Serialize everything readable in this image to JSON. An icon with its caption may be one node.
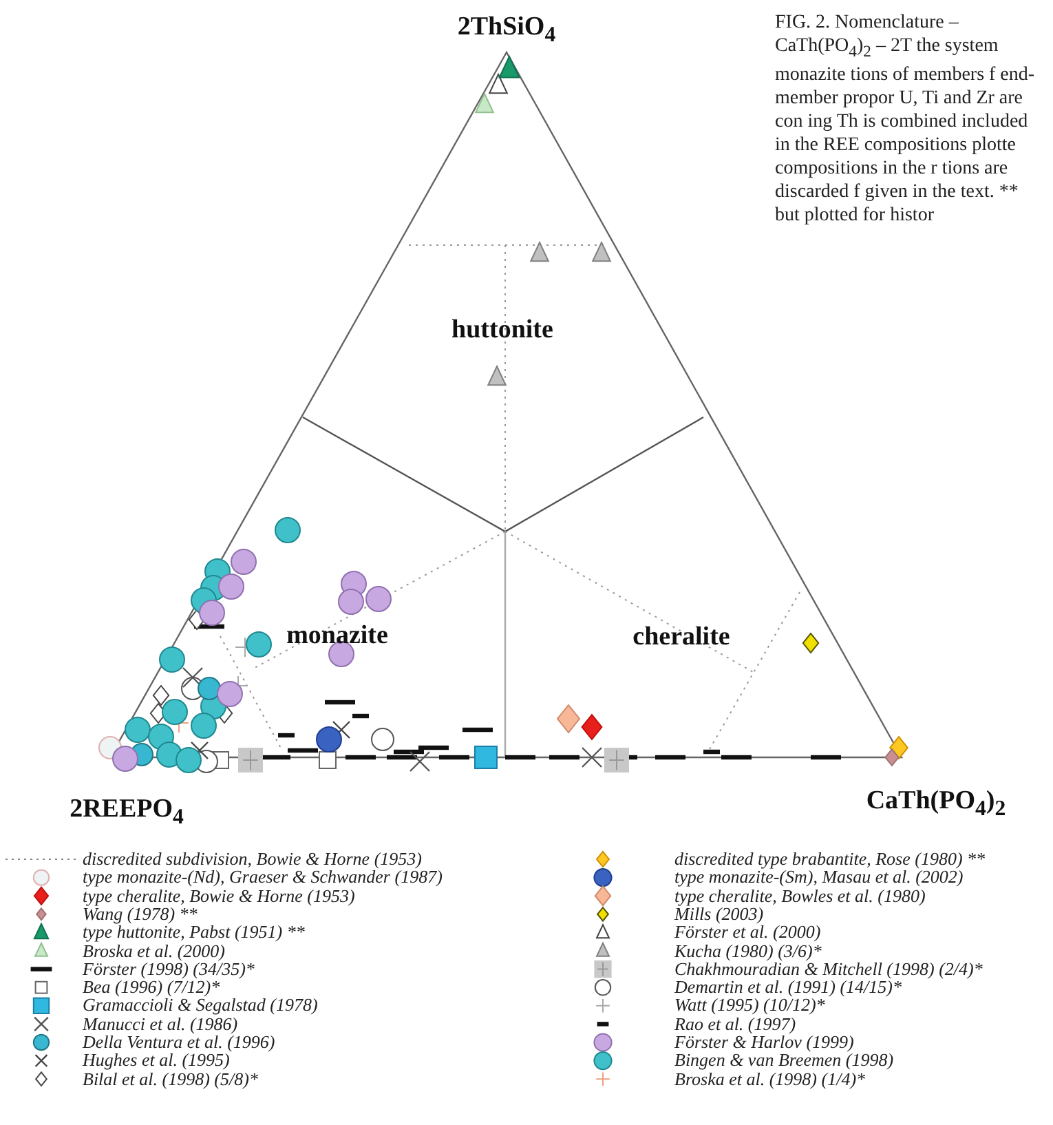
{
  "diagram": {
    "caption": "FIG. 2. Nomenclature – CaTh(PO$_{4}$)$_{2}$ – 2T the system monazite tions of members f end-member propor U, Ti and Zr are con ing Th is combined included in the REE compositions plotte compositions in the r tions are discarded f given in the text. ** but plotted for histor",
    "labels": [
      "2ThSiO$_{4}$",
      "huttonite",
      "monazite",
      "cheralite",
      "2REEPO$_{4}$",
      "CaTh(PO$_{4}$)$_{2}$"
    ],
    "legend": [
      {
        "text": "discredited subdivision, Bowie & Horne (1953)"
      },
      {
        "text": "type monazite-(Nd), Graeser & Schwander (1987)"
      },
      {
        "text": "type cheralite, Bowie & Horne (1953)"
      },
      {
        "text": "Wang (1978) **"
      },
      {
        "text": "type huttonite, Pabst (1951) **"
      },
      {
        "text": "Broska et al. (2000)"
      },
      {
        "text": "Förster (1998) (34/35)*"
      },
      {
        "text": "Bea (1996) (7/12)*"
      },
      {
        "text": "Gramaccioli & Segalstad (1978)"
      },
      {
        "text": "Manucci et al. (1986)"
      },
      {
        "text": "Della Ventura et al. (1996)"
      },
      {
        "text": "Hughes et al. (1995)"
      },
      {
        "text": "Bilal et al. (1998) (5/8)*"
      },
      {
        "text": "discredited type brabantite, Rose (1980) **"
      },
      {
        "text": "type monazite-(Sm), Masau et al. (2002)"
      },
      {
        "text": "type cheralite, Bowles et al. (1980)"
      },
      {
        "text": "Mills (2003)"
      },
      {
        "text": "Förster et al. (2000)"
      },
      {
        "text": "Kucha (1980) (3/6)*"
      },
      {
        "text": "Chakhmouradian & Mitchell (1998) (2/4)*"
      },
      {
        "text": "Demartin et al. (1991) (14/15)*"
      },
      {
        "text": "Watt (1995) (10/12)*"
      },
      {
        "text": "Rao et al. (1997)"
      },
      {
        "text": "Förster & Harlov (1999)"
      },
      {
        "text": "Bingen & van Breemen (1998)"
      },
      {
        "text": "Broska et al. (1998) (1/4)*"
      }
    ]
  }
}
